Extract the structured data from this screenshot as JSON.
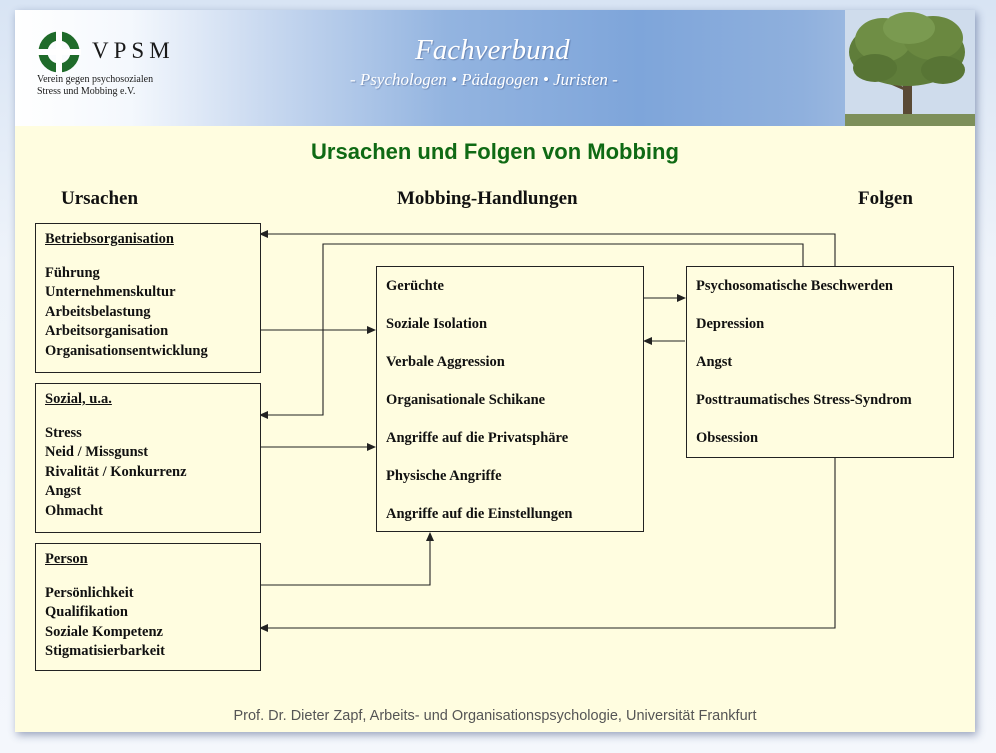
{
  "banner": {
    "logo_text": "VPSM",
    "logo_subtitle_1": "Verein gegen psychosozialen",
    "logo_subtitle_2": "Stress und Mobbing e.V.",
    "title": "Fachverbund",
    "subtitle": "- Psychologen • Pädagogen • Juristen -"
  },
  "title": "Ursachen und Folgen von Mobbing",
  "columns": {
    "causes": "Ursachen",
    "actions": "Mobbing-Handlungen",
    "consequences": "Folgen"
  },
  "causes": [
    {
      "heading": "Betriebsorganisation",
      "items": [
        "Führung",
        "Unternehmenskultur",
        "Arbeitsbelastung",
        "Arbeitsorganisation",
        "Organisationsentwicklung"
      ]
    },
    {
      "heading": "Sozial, u.a.",
      "items": [
        "Stress",
        "Neid / Missgunst",
        "Rivalität / Konkurrenz",
        "Angst",
        "Ohmacht"
      ]
    },
    {
      "heading": "Person",
      "items": [
        "Persönlichkeit",
        "Qualifikation",
        "Soziale Kompetenz",
        "Stigmatisierbarkeit"
      ]
    }
  ],
  "actions": [
    "Gerüchte",
    "Soziale Isolation",
    "Verbale Aggression",
    "Organisationale Schikane",
    "Angriffe auf die Privatsphäre",
    "Physische Angriffe",
    "Angriffe auf die Einstellungen"
  ],
  "consequences": [
    "Psychosomatische Beschwerden",
    "Depression",
    "Angst",
    "Posttraumatisches Stress-Syndrom",
    "Obsession"
  ],
  "footer": "Prof. Dr. Dieter Zapf, Arbeits- und Organisationspsychologie, Universität Frankfurt",
  "colors": {
    "title": "#0f6a14",
    "slide_bg": "#fffde0"
  }
}
